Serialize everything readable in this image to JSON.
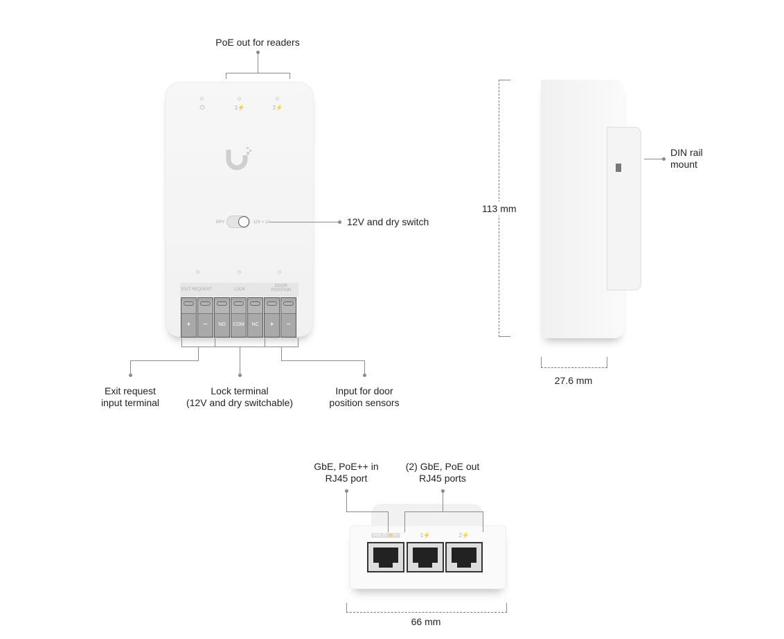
{
  "front": {
    "callout_top": "PoE out for readers",
    "led_labels": [
      "⏻",
      "1⚡",
      "2⚡"
    ],
    "switch_left": "DRY",
    "switch_right": "12V = 1A",
    "switch_callout": "12V and dry switch",
    "terminal_groups": [
      "EXIT REQUEST",
      "LOCK",
      "DOOR\nPOSITION"
    ],
    "terminals": [
      "+",
      "−",
      "NO",
      "COM",
      "NC",
      "+",
      "−"
    ],
    "callouts": {
      "exit": "Exit request\ninput terminal",
      "lock": "Lock terminal\n(12V and dry switchable)",
      "door": "Input for door\nposition sensors"
    }
  },
  "side": {
    "height": "113 mm",
    "depth": "27.6 mm",
    "din": "DIN rail\nmount"
  },
  "bottom": {
    "poe_in": "GbE, PoE++ in\nRJ45 port",
    "poe_out": "(2) GbE, PoE out\nRJ45 ports",
    "port_labels": [
      "PoE IN ⚡++",
      "1⚡",
      "2⚡"
    ],
    "width": "66 mm"
  }
}
